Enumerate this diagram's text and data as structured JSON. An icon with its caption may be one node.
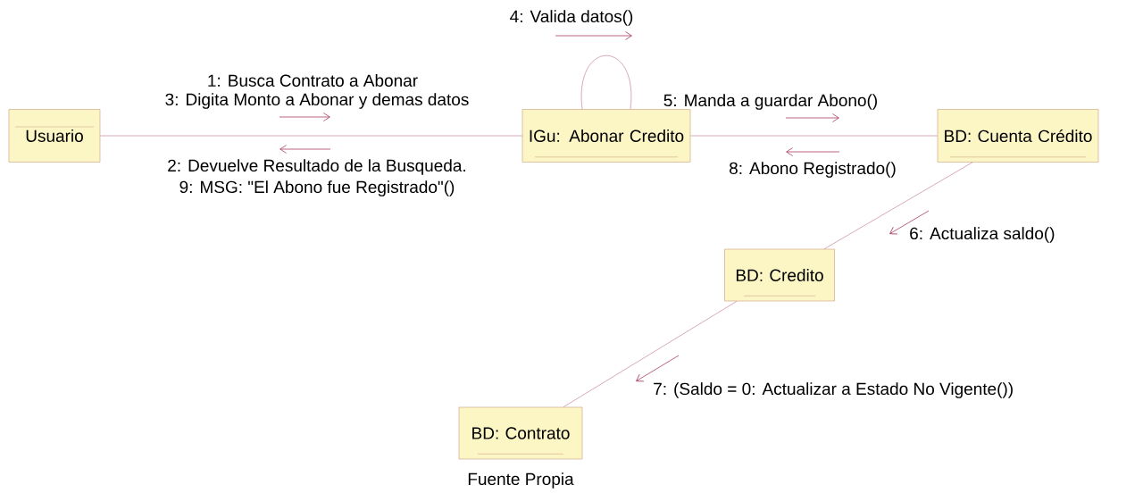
{
  "diagram": {
    "caption": "Fuente Propia",
    "nodes": [
      {
        "text": [
          "Usuario"
        ]
      },
      {
        "text": [
          "IGu: Abonar Credito"
        ]
      },
      {
        "text": [
          "BD: Cuenta Crédito"
        ]
      },
      {
        "text": [
          "BD: Credito"
        ]
      },
      {
        "text": [
          "BD: Contrato"
        ]
      }
    ],
    "edges": [
      {
        "from": 0,
        "to": 1,
        "arrow": "none"
      },
      {
        "from": 1,
        "to": 1,
        "arrow": "none"
      },
      {
        "from": 1,
        "to": 2,
        "arrow": "none"
      },
      {
        "from": 2,
        "to": 3,
        "arrow": "none"
      },
      {
        "from": 3,
        "to": 4,
        "arrow": "none"
      }
    ],
    "labels": [
      "4:  Valida datos()",
      "1: Busca Contrato a Abonar",
      "3: Digita Monto a Abonar y demas datos",
      "5: Manda a guardar  Abono()",
      "2:  Devuelve Resultado de la Busqueda.",
      "9: MSG:  \"El Abono fue Registrado\"()",
      "8:   Abono Registrado()",
      "6:  Actualiza saldo()",
      "7:  (Saldo = 0: Actualizar a Estado No Vigente())"
    ]
  }
}
